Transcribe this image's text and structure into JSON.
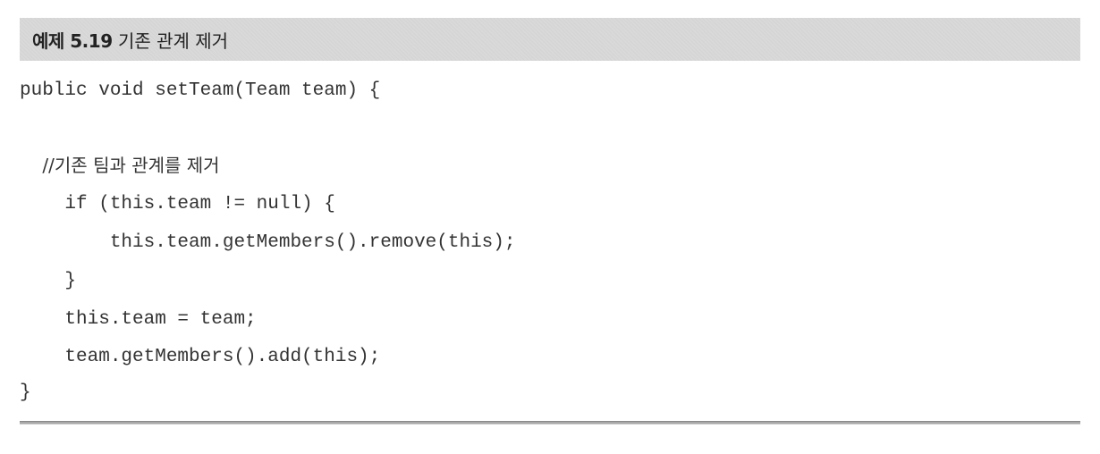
{
  "example": {
    "label": "예제 5.19",
    "title": "기존 관계 제거"
  },
  "code": {
    "lines": [
      "public void setTeam(Team team) {",
      "",
      "    //기존 팀과 관계를 제거",
      "    if (this.team != null) {",
      "        this.team.getMembers().remove(this);",
      "    }",
      "    this.team = team;",
      "    team.getMembers().add(this);",
      "}"
    ]
  }
}
